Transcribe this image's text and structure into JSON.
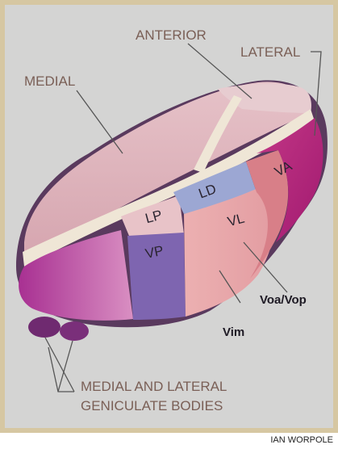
{
  "labels": {
    "anterior": "ANTERIOR",
    "lateral": "LATERAL",
    "medial": "MEDIAL",
    "geniculate_line1": "MEDIAL AND LATERAL",
    "geniculate_line2": "GENICULATE BODIES"
  },
  "regions": {
    "va": "VA",
    "ld": "LD",
    "lp": "LP",
    "vl": "VL",
    "vp": "VP",
    "voa_vop": "Voa/Vop",
    "vim": "Vim"
  },
  "credit": "IAN WORPOLE",
  "colors": {
    "background": "#d4d4d3",
    "frame": "#d6c7a2",
    "label_text": "#7a5f56",
    "medial_surface": "#ddb1b9",
    "dorsal_band": "#efe6d6",
    "ld": "#9ca7d3",
    "lp": "#e8c3c8",
    "vl": "#e7a2a3",
    "vp": "#7e65b0",
    "va": "#b7287e",
    "posterior": "#b8359a"
  }
}
